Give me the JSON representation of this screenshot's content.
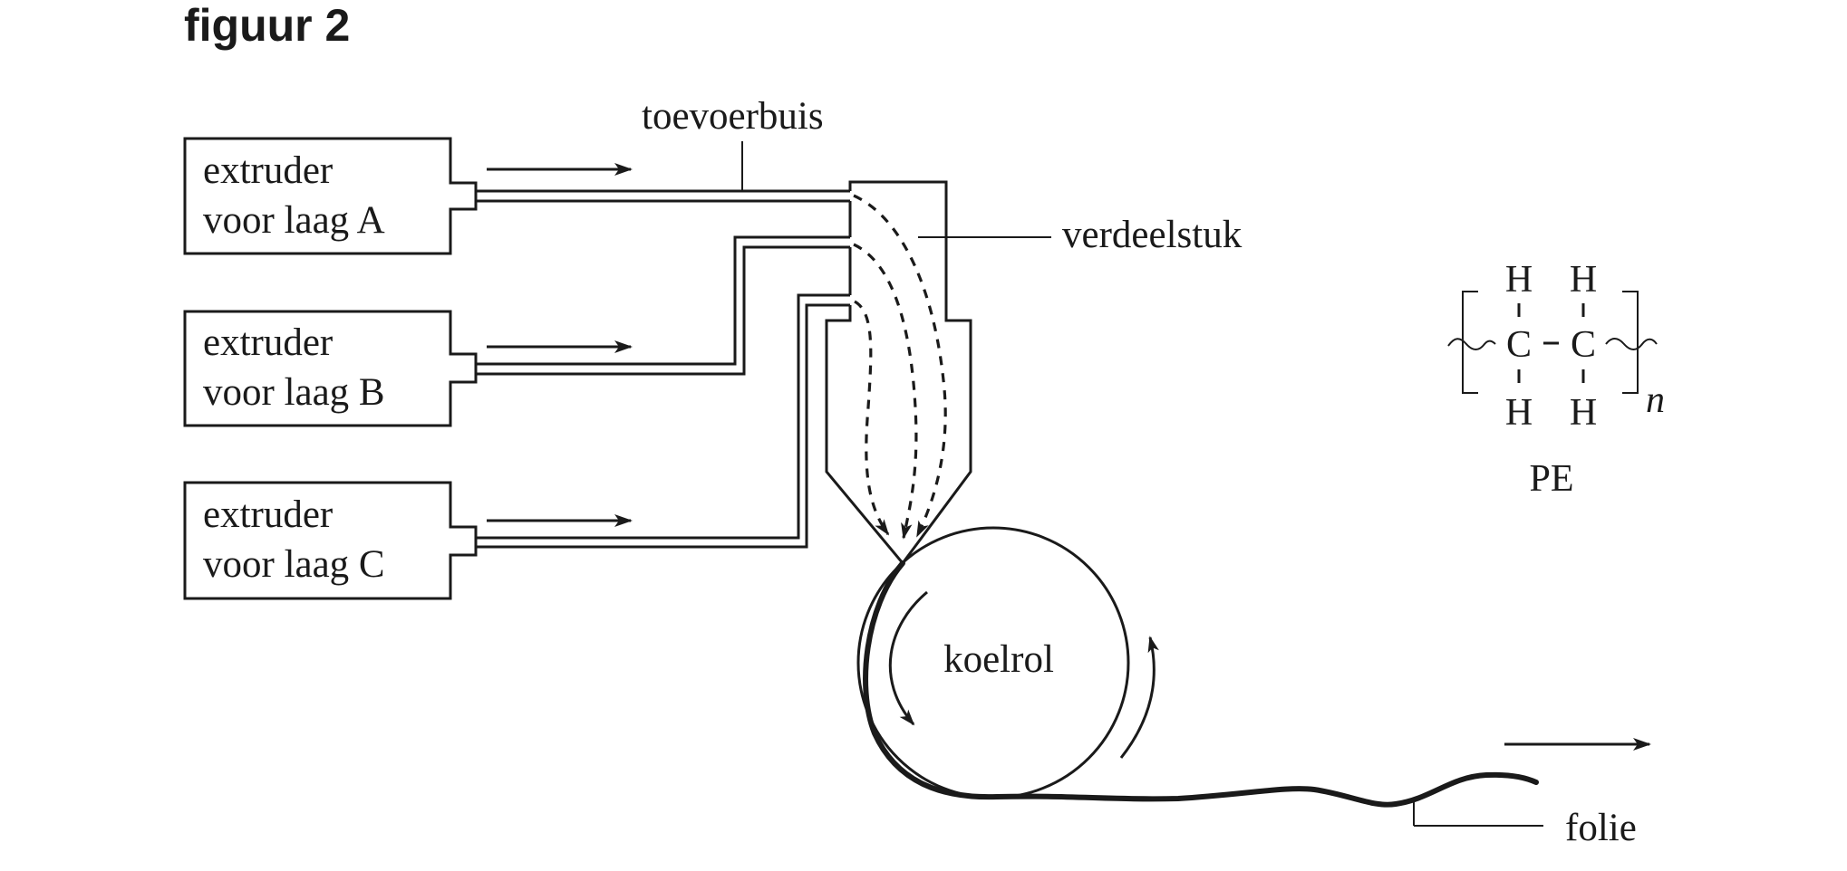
{
  "figure": {
    "title": "figuur 2"
  },
  "extruders": [
    {
      "line1": "extruder",
      "line2": "voor laag A",
      "layer": "A"
    },
    {
      "line1": "extruder",
      "line2": "voor laag B",
      "layer": "B"
    },
    {
      "line1": "extruder",
      "line2": "voor laag C",
      "layer": "C"
    }
  ],
  "labels": {
    "feed_pipe": "toevoerbuis",
    "distributor": "verdeelstuk",
    "chill_roll": "koelrol",
    "film": "folie"
  },
  "polymer": {
    "name": "PE",
    "atoms": {
      "c1": "C",
      "c2": "C",
      "h_top_1": "H",
      "h_top_2": "H",
      "h_bottom_1": "H",
      "h_bottom_2": "H"
    },
    "repeat_subscript": "n"
  }
}
